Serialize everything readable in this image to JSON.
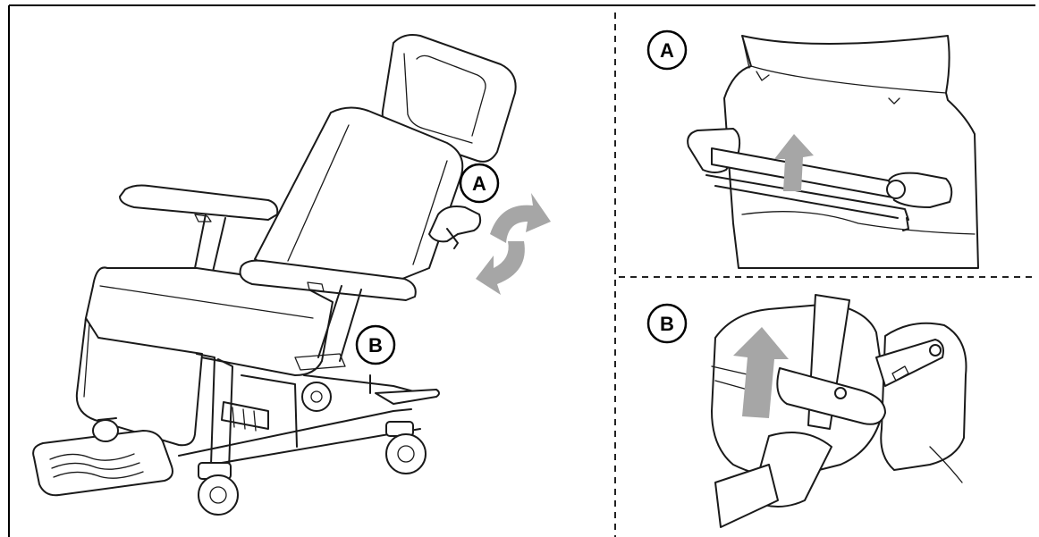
{
  "callouts": {
    "main_a": "A",
    "main_b": "B",
    "detail_a": "A",
    "detail_b": "B"
  },
  "colors": {
    "line": "#1a1a1a",
    "arrow": "#a6a6a6",
    "border": "#000000"
  },
  "icons": {
    "rotate": "rotate-arrow-icon",
    "lift_arrow": "lift-arrow-icon"
  }
}
